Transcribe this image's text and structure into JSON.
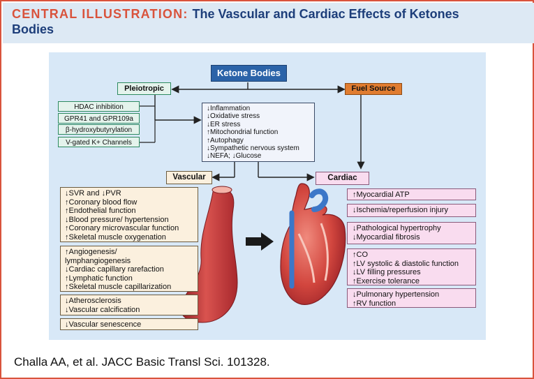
{
  "header": {
    "title_lead": "CENTRAL ILLUSTRATION:",
    "title_rest": "The Vascular and Cardiac Effects of Ketones",
    "title_rest2": "Bodies"
  },
  "diagram": {
    "top": "Ketone Bodies",
    "pleiotropic": "Pleiotropic",
    "fuel": "Fuel Source",
    "mechanisms": [
      "HDAC inhibition",
      "GPR41 and GPR109a",
      "β-hydroxybutyrylation",
      "V-gated K+ Channels"
    ],
    "effects": [
      "↓Inflammation",
      "↓Oxidative stress",
      "↓ER stress",
      "↑Mitochondrial function",
      "↑Autophagy",
      "↓Sympathetic nervous system",
      "↓NEFA; ↓Glucose"
    ],
    "vascular_label": "Vascular",
    "cardiac_label": "Cardiac",
    "vascular_boxes": [
      [
        "↓SVR and ↓PVR",
        "↑Coronary blood flow",
        "↑Endothelial function",
        "↓Blood pressure/ hypertension",
        "↑Coronary microvascular function",
        "↑Skeletal muscle oxygenation"
      ],
      [
        "↑Angiogenesis/",
        "lymphangiogenesis",
        "↓Cardiac capillary rarefaction",
        "↑Lymphatic function",
        "↑Skeletal muscle capillarization"
      ],
      [
        "↓Atherosclerosis",
        "↓Vascular calcification"
      ],
      [
        "↓Vascular senescence"
      ]
    ],
    "cardiac_boxes": [
      [
        "↑Myocardial ATP"
      ],
      [
        "↓Ischemia/reperfusion injury"
      ],
      [
        "↓Pathological hypertrophy",
        "↓Myocardial fibrosis"
      ],
      [
        "↑CO",
        "↑LV systolic & diastolic function",
        "↓LV filling pressures",
        "↑Exercise tolerance"
      ],
      [
        "↓Pulmonary hypertension",
        "↑RV function"
      ]
    ]
  },
  "footer": {
    "citation": "Challa AA, et al. JACC Basic Transl Sci. 101328."
  },
  "colors": {
    "border": "#d9533c",
    "title_blue": "#1d3e7a",
    "header_bg": "#dde9f4",
    "panel_bg": "#d8e8f7",
    "ketone_blue": "#2b63a8",
    "fuel_orange": "#e07c30"
  }
}
